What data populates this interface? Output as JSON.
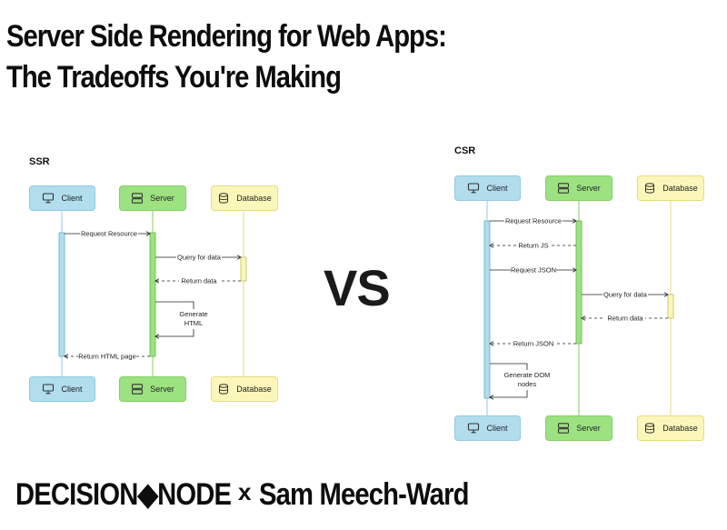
{
  "title": {
    "line1": "Server Side Rendering for Web Apps:",
    "line2": "The Tradeoffs You're Making"
  },
  "vs_label": "VS",
  "ssr": {
    "label": "SSR",
    "participants": {
      "client": "Client",
      "server": "Server",
      "database": "Database"
    },
    "messages": {
      "request_resource": "Request Resource",
      "query_for_data": "Query for data",
      "return_data": "Return data",
      "generate_html_line1": "Generate",
      "generate_html_line2": "HTML",
      "return_html_page": "Return HTML page"
    }
  },
  "csr": {
    "label": "CSR",
    "participants": {
      "client": "Client",
      "server": "Server",
      "database": "Database"
    },
    "messages": {
      "request_resource": "Request Resource",
      "return_js": "Return JS",
      "request_json": "Request JSON",
      "query_for_data": "Query for data",
      "return_data": "Return data",
      "return_json": "Return JSON",
      "generate_dom_line1": "Generate DOM",
      "generate_dom_line2": "nodes"
    }
  },
  "footer": {
    "brand": "DECISION◆NODE",
    "separator": "x",
    "author": "Sam Meech-Ward"
  },
  "colors": {
    "client_fill": "#b1dded",
    "server_fill": "#9de281",
    "database_fill": "#fbf7ba"
  },
  "icons": {
    "client": "monitor-icon",
    "server": "server-icon",
    "database": "database-icon"
  }
}
